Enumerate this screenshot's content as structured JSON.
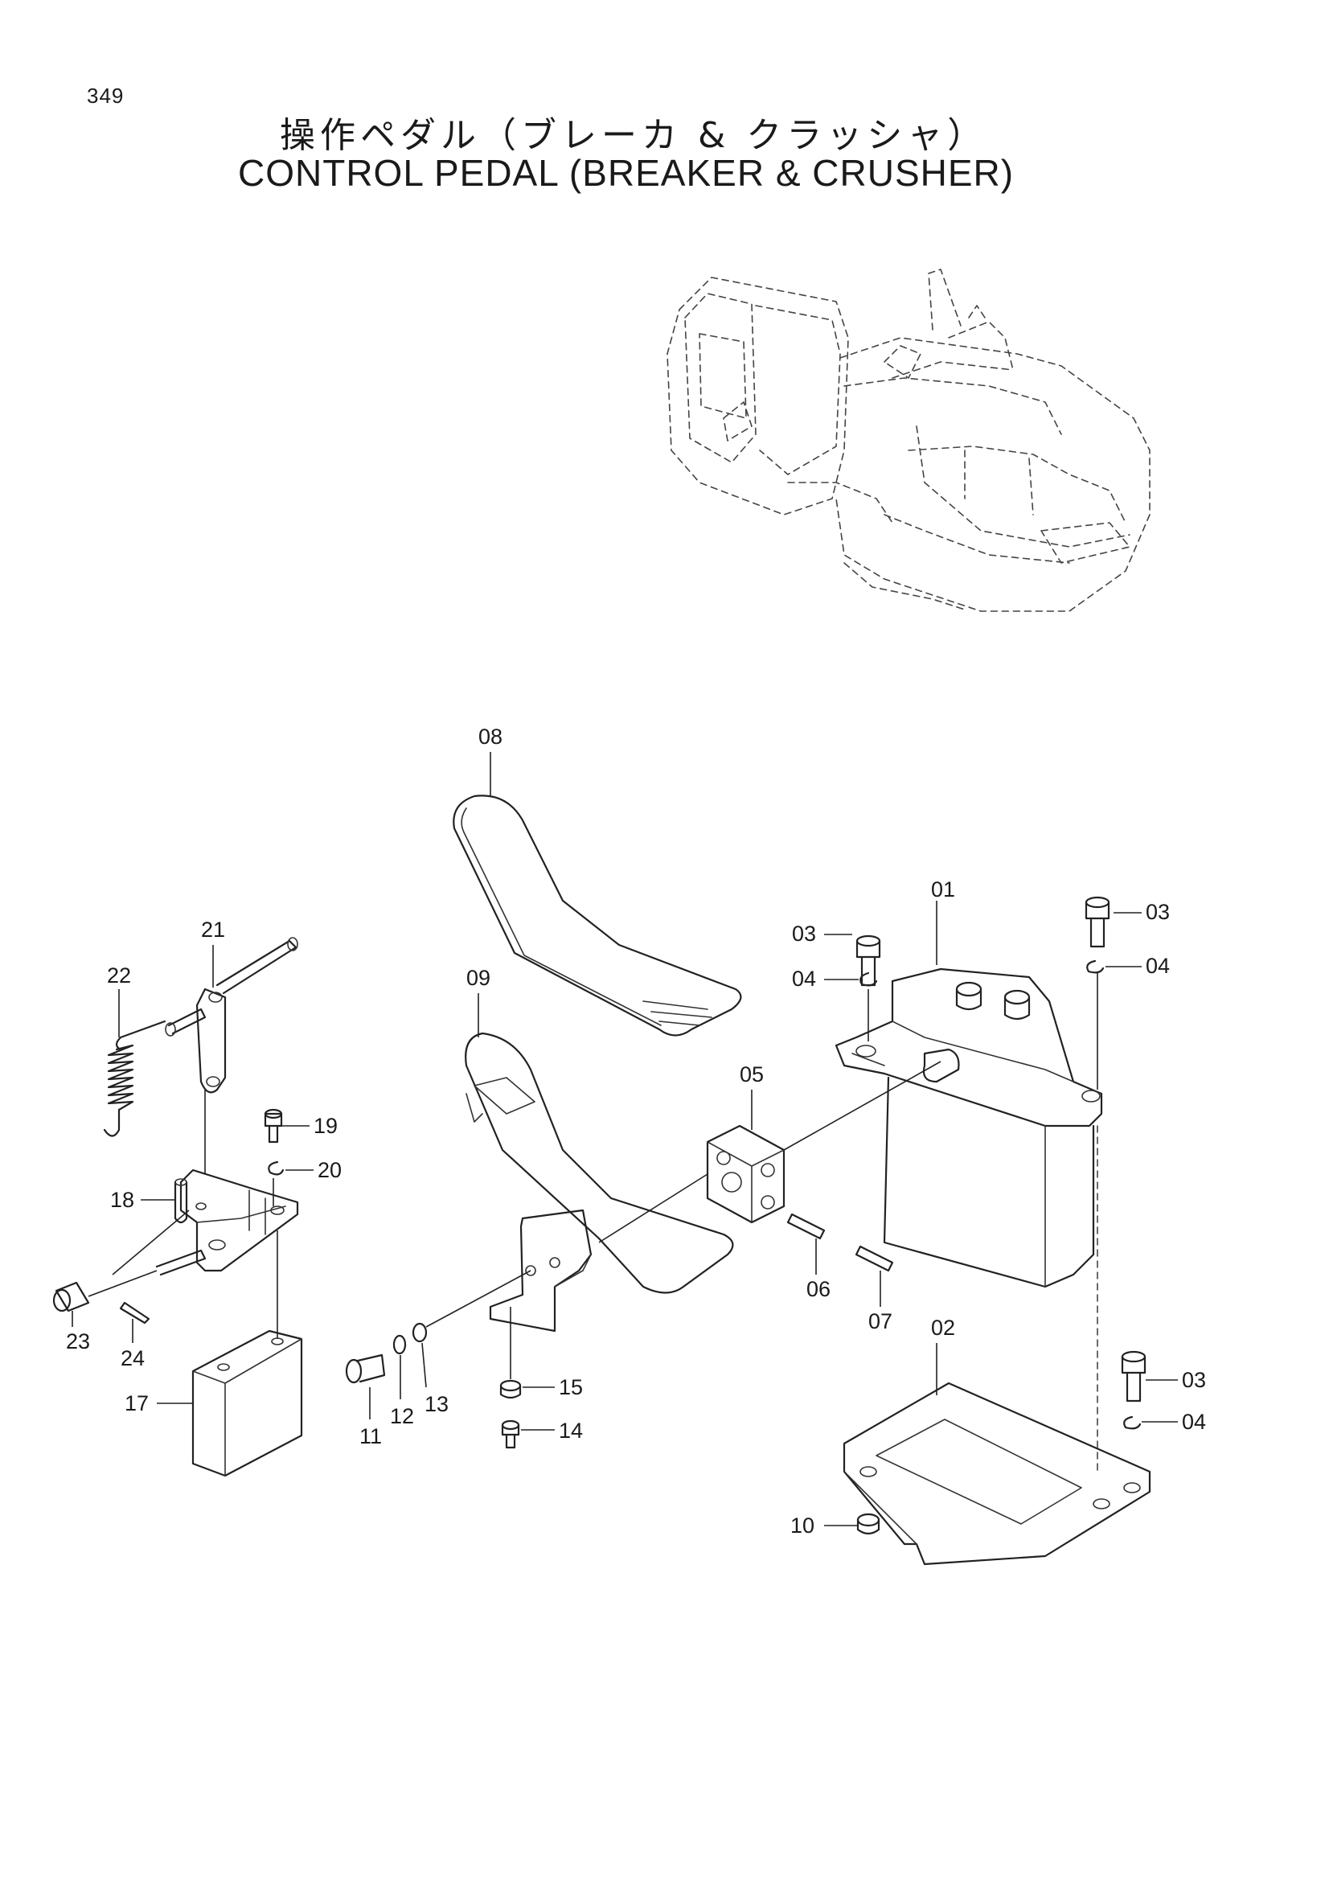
{
  "page_number": "349",
  "title_jp": "操作ペダル（ブレーカ & クラッシャ）",
  "title_en": "CONTROL PEDAL (BREAKER & CRUSHER)",
  "callouts": {
    "p01": "01",
    "p02": "02",
    "p03a": "03",
    "p03b": "03",
    "p03c": "03",
    "p04a": "04",
    "p04b": "04",
    "p04c": "04",
    "p05": "05",
    "p06": "06",
    "p07": "07",
    "p08": "08",
    "p09": "09",
    "p10": "10",
    "p11": "11",
    "p12": "12",
    "p13": "13",
    "p14": "14",
    "p15": "15",
    "p17": "17",
    "p18": "18",
    "p19": "19",
    "p20": "20",
    "p21": "21",
    "p22": "22",
    "p23": "23",
    "p24": "24"
  }
}
